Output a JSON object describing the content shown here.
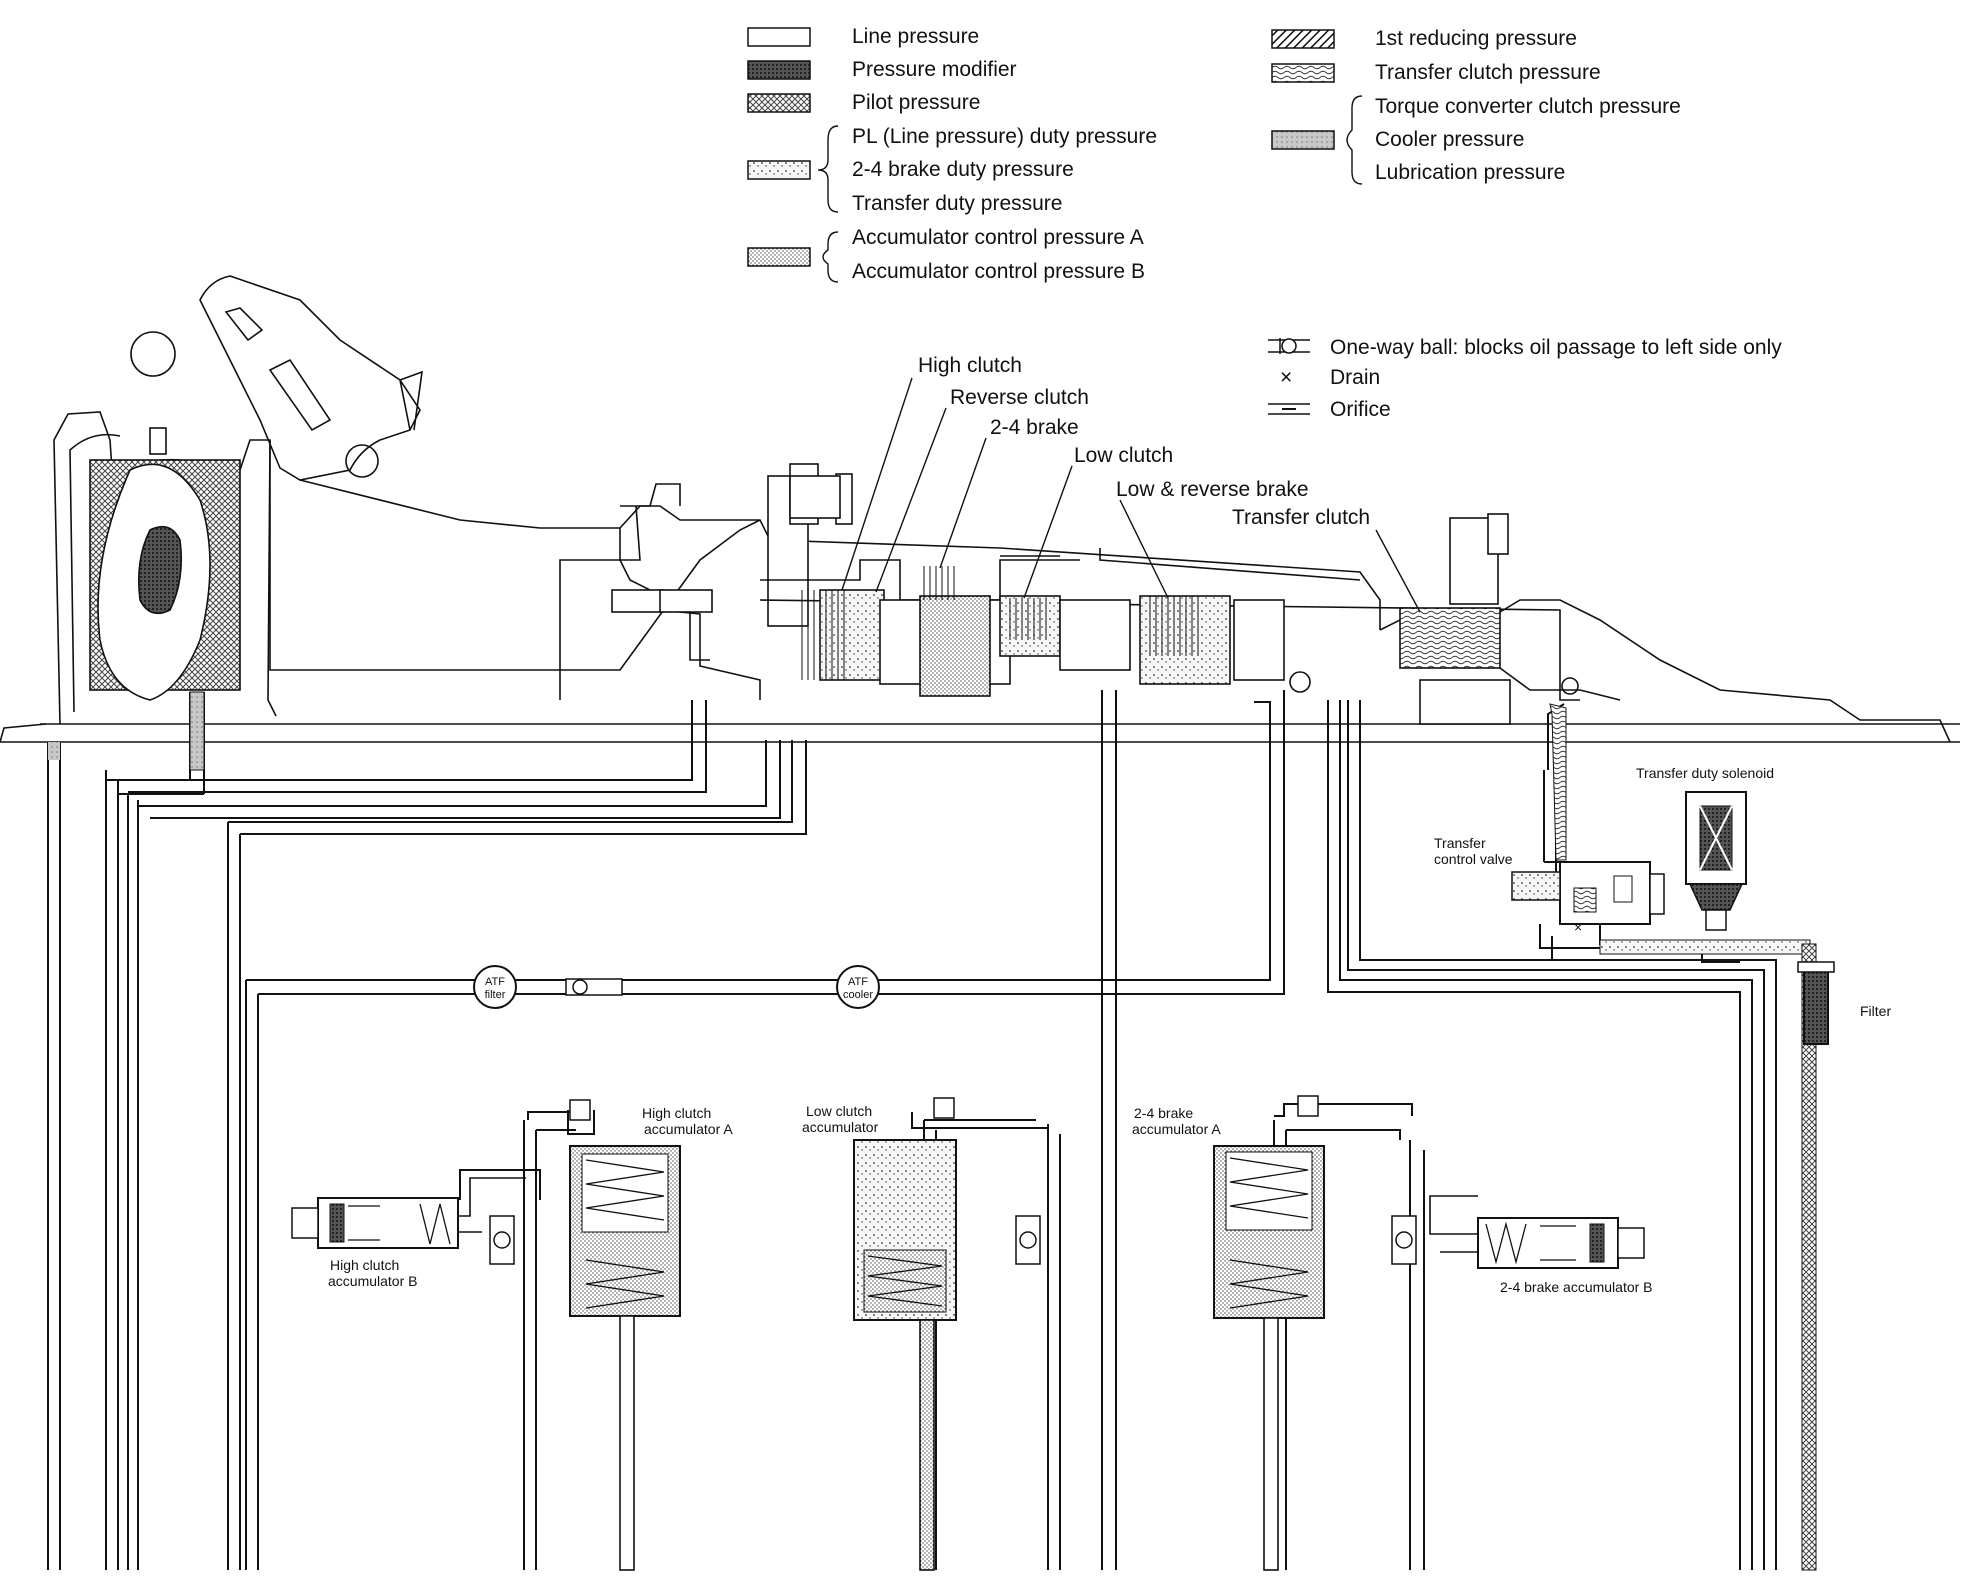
{
  "legend": {
    "items": [
      {
        "label": "Line pressure",
        "pattern": "blank"
      },
      {
        "label": "Pressure modifier",
        "pattern": "dense"
      },
      {
        "label": "Pilot pressure",
        "pattern": "cross"
      },
      {
        "label": "PL (Line pressure) duty pressure",
        "pattern": "dots-sparse"
      },
      {
        "label": "2-4 brake duty pressure",
        "pattern": "dots-sparse"
      },
      {
        "label": "Transfer duty pressure",
        "pattern": "dots-sparse"
      },
      {
        "label": "Accumulator control pressure A",
        "pattern": "dots-fine"
      },
      {
        "label": "Accumulator control pressure B",
        "pattern": "dots-fine"
      },
      {
        "label": "1st reducing pressure",
        "pattern": "hatch"
      },
      {
        "label": "Transfer clutch pressure",
        "pattern": "wave"
      },
      {
        "label": "Torque converter clutch pressure",
        "pattern": "grey"
      },
      {
        "label": "Cooler pressure",
        "pattern": "grey"
      },
      {
        "label": "Lubrication pressure",
        "pattern": "grey"
      }
    ],
    "symbols": [
      {
        "label": "One-way ball: blocks oil passage to left side only",
        "icon": "one-way-ball-icon"
      },
      {
        "label": "Drain",
        "icon": "drain-x-icon",
        "glyph": "×"
      },
      {
        "label": "Orifice",
        "icon": "orifice-icon"
      }
    ]
  },
  "components": {
    "high_clutch": "High clutch",
    "reverse_clutch": "Reverse clutch",
    "brake_2_4": "2-4 brake",
    "low_clutch": "Low clutch",
    "low_reverse_brake": "Low & reverse brake",
    "transfer_clutch": "Transfer clutch",
    "transfer_duty_solenoid": "Transfer duty solenoid",
    "transfer_control_valve_1": "Transfer",
    "transfer_control_valve_2": "control valve",
    "filter": "Filter",
    "atf_filter_1": "ATF",
    "atf_filter_2": "filter",
    "atf_cooler_1": "ATF",
    "atf_cooler_2": "cooler",
    "hc_acc_a_1": "High clutch",
    "hc_acc_a_2": "accumulator A",
    "hc_acc_b_1": "High clutch",
    "hc_acc_b_2": "accumulator B",
    "lc_acc_1": "Low clutch",
    "lc_acc_2": "accumulator",
    "b24_acc_a_1": "2-4 brake",
    "b24_acc_a_2": "accumulator A",
    "b24_acc_b": "2-4 brake accumulator B"
  },
  "colors": {
    "ink": "#111111",
    "background": "#ffffff",
    "fill_grey": "#c8c8c8"
  }
}
